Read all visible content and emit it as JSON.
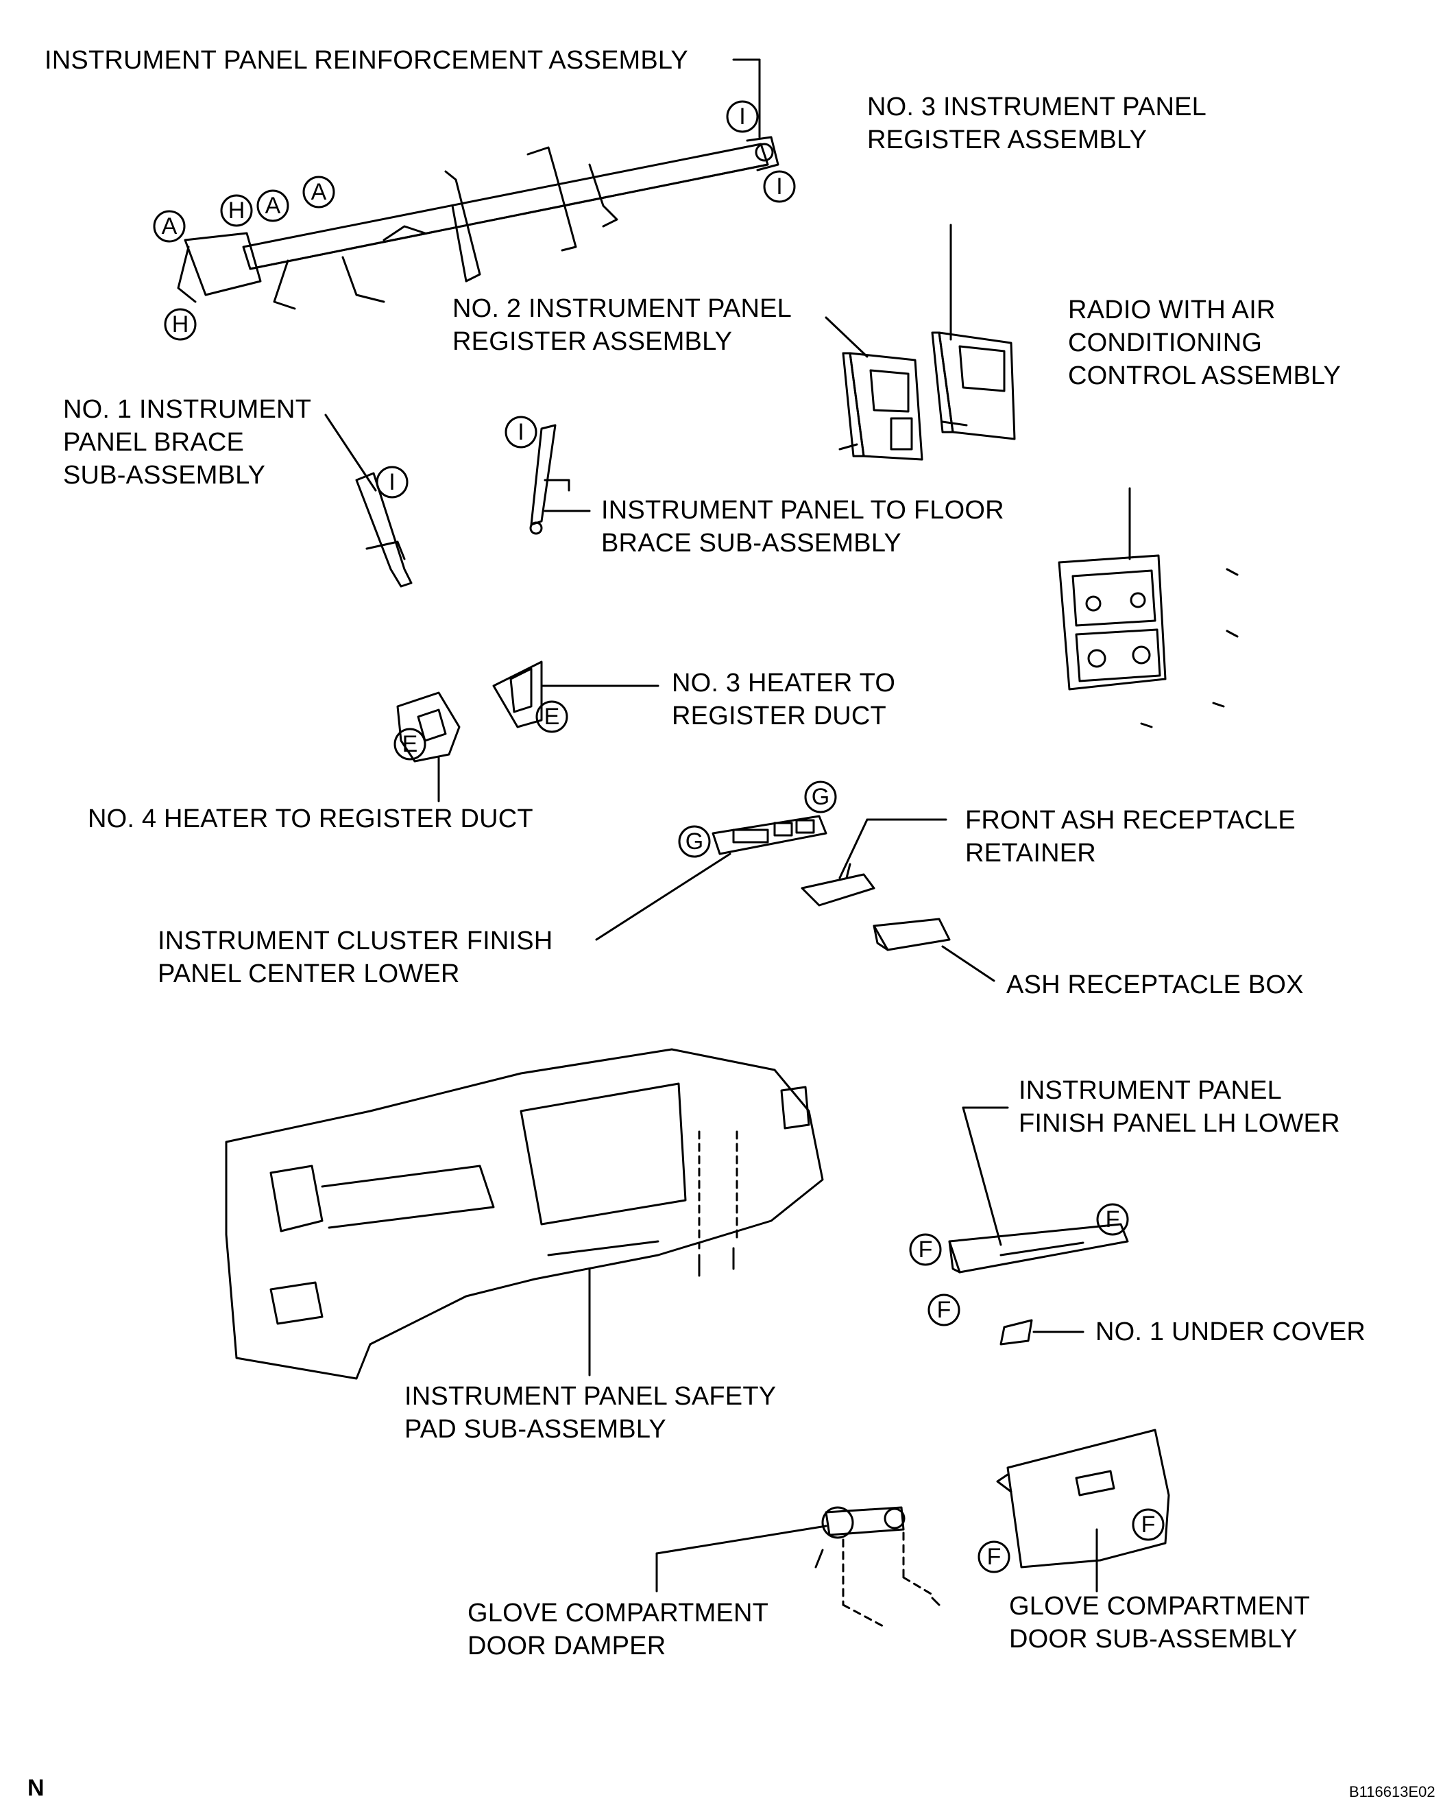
{
  "labels": {
    "reinforcement": [
      "INSTRUMENT PANEL REINFORCEMENT ASSEMBLY"
    ],
    "no3_register": [
      "NO. 3 INSTRUMENT PANEL",
      "REGISTER ASSEMBLY"
    ],
    "no2_register": [
      "NO. 2 INSTRUMENT PANEL",
      "REGISTER ASSEMBLY"
    ],
    "radio": [
      "RADIO WITH AIR",
      "CONDITIONING",
      "CONTROL ASSEMBLY"
    ],
    "no1_brace": [
      "NO. 1 INSTRUMENT",
      "PANEL BRACE",
      "SUB-ASSEMBLY"
    ],
    "floor_brace": [
      "INSTRUMENT PANEL TO FLOOR",
      "BRACE SUB-ASSEMBLY"
    ],
    "no3_duct": [
      "NO. 3 HEATER TO",
      "REGISTER DUCT"
    ],
    "no4_duct": [
      "NO. 4 HEATER TO REGISTER DUCT"
    ],
    "ash_retainer": [
      "FRONT ASH RECEPTACLE",
      "RETAINER"
    ],
    "cluster_finish": [
      "INSTRUMENT CLUSTER FINISH",
      "PANEL CENTER LOWER"
    ],
    "ash_box": [
      "ASH RECEPTACLE BOX"
    ],
    "finish_lh": [
      "INSTRUMENT PANEL",
      "FINISH PANEL LH LOWER"
    ],
    "under_cover": [
      "NO. 1 UNDER COVER"
    ],
    "safety_pad": [
      "INSTRUMENT PANEL SAFETY",
      "PAD SUB-ASSEMBLY"
    ],
    "damper": [
      "GLOVE COMPARTMENT",
      "DOOR DAMPER"
    ],
    "glove_door": [
      "GLOVE COMPARTMENT",
      "DOOR SUB-ASSEMBLY"
    ]
  },
  "callouts": {
    "a": "A",
    "e": "E",
    "f": "F",
    "g": "G",
    "h": "H",
    "i": "I"
  },
  "view_marker": "N",
  "figure_id": "B116613E02"
}
